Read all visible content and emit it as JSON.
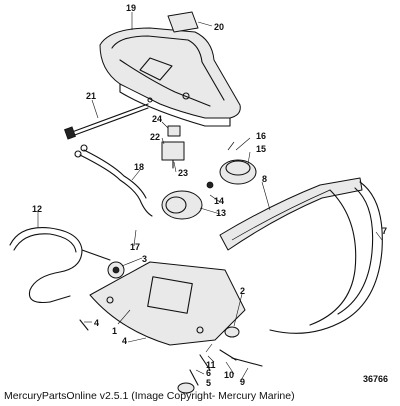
{
  "diagram": {
    "callouts": {
      "c1": "1",
      "c2": "2",
      "c3": "3",
      "c4a": "4",
      "c4b": "4",
      "c5": "5",
      "c6": "6",
      "c7": "7",
      "c8": "8",
      "c9": "9",
      "c10": "10",
      "c11": "11",
      "c12": "12",
      "c13": "13",
      "c14": "14",
      "c15": "15",
      "c16": "16",
      "c17": "17",
      "c18": "18",
      "c19": "19",
      "c20": "20",
      "c21": "21",
      "c22": "22",
      "c23": "23",
      "c24": "24"
    },
    "figure_number": "36766"
  },
  "caption": "MercuryPartsOnline v2.5.1 (Image Copyright- Mercury Marine)"
}
